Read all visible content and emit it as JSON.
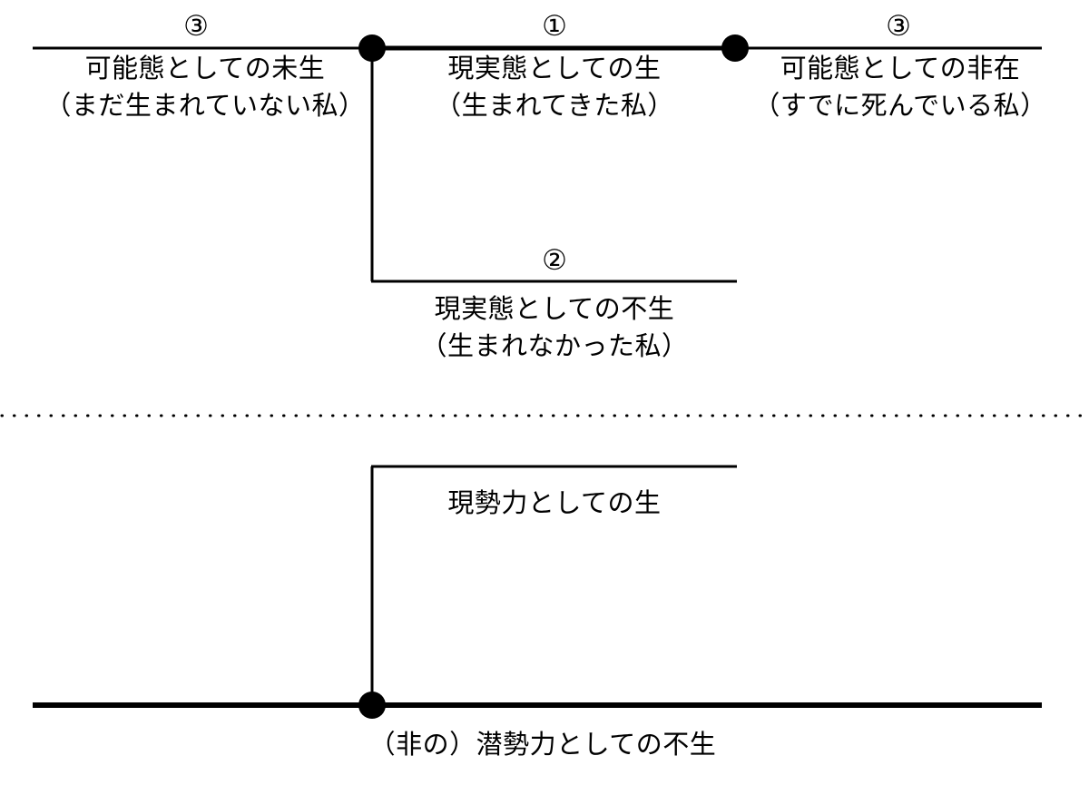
{
  "diagram": {
    "title_visible": false,
    "colors": {
      "stroke": "#000000",
      "background": "#ffffff",
      "node_fill": "#000000"
    },
    "upper": {
      "segments": [
        {
          "marker": "③",
          "line1": "可能態としての未生",
          "line2": "（まだ生まれていない私）"
        },
        {
          "marker": "①",
          "line1": "現実態としての生",
          "line2": "（生まれてきた私）"
        },
        {
          "marker": "③",
          "line1": "可能態としての非在",
          "line2": "（すでに死んでいる私）"
        }
      ],
      "branch": {
        "marker": "②",
        "line1": "現実態としての不生",
        "line2": "（生まれなかった私）"
      }
    },
    "lower": {
      "branch_label": "現勢力としての生",
      "base_label": "（非の）潜勢力としての不生"
    }
  }
}
